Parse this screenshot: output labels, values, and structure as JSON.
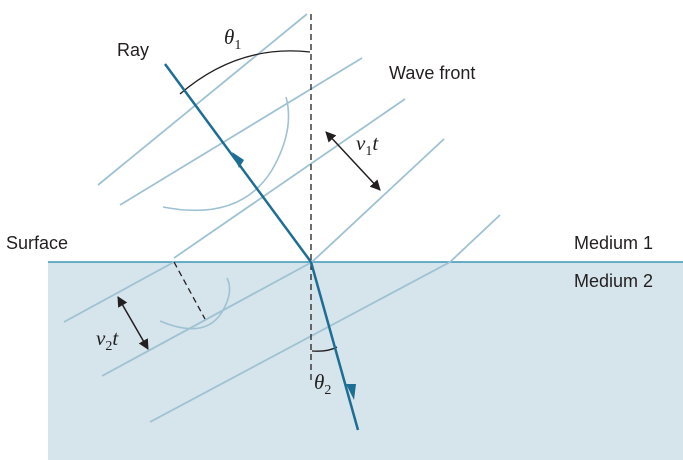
{
  "labels": {
    "ray": "Ray",
    "wave_front": "Wave front",
    "surface": "Surface",
    "medium_1": "Medium 1",
    "medium_2": "Medium 2"
  },
  "symbols": {
    "theta1": {
      "base": "θ",
      "sub": "1"
    },
    "theta2": {
      "base": "θ",
      "sub": "2"
    },
    "v1t": {
      "base": "v",
      "sub": "1",
      "tail": "t"
    },
    "v2t": {
      "base": "v",
      "sub": "2",
      "tail": "t"
    }
  },
  "colors": {
    "medium_2_fill": "#d6e4ec",
    "surface_line": "#3b97b5",
    "wave_front_line": "#9fc2d3",
    "ray": "#1d6e93",
    "arc": "#9fc2d3",
    "dashed": "#231f20",
    "text": "#231f20"
  }
}
